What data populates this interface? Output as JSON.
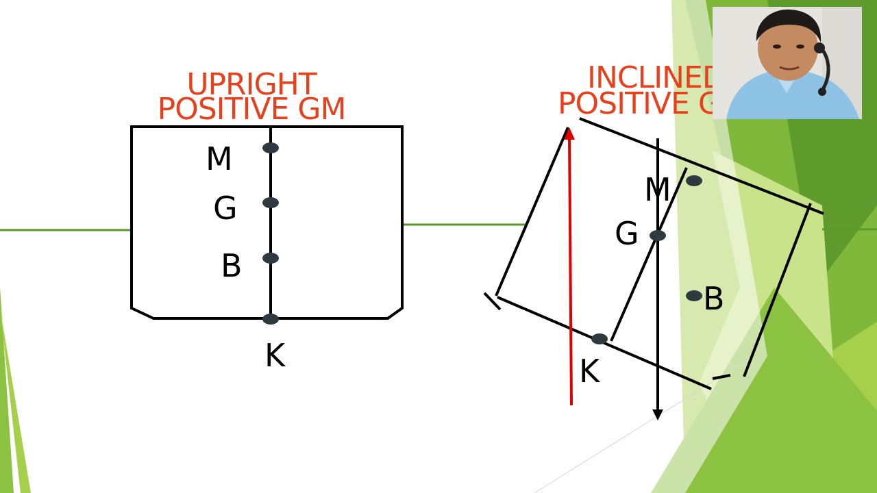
{
  "slide": {
    "left_title": {
      "line1": "UPRIGHT",
      "line2": "POSITIVE GM"
    },
    "right_title": {
      "line1": "INCLINED",
      "line2": "POSITIVE GM"
    },
    "left_labels": {
      "m": "M",
      "g": "G",
      "b": "B",
      "k": "K"
    },
    "right_labels": {
      "m": "M",
      "g": "G",
      "b": "B",
      "k": "K"
    }
  },
  "colors": {
    "title": "#e8401c",
    "ink": "#000000",
    "point": "#2f3a40",
    "waterline": "#5a9a2a",
    "buoyancy_arrow": "#e00000",
    "green_light": "#a6cf4c",
    "green_mid": "#7fb83a",
    "green_dark": "#5f9a2c"
  },
  "webcam": {
    "icon": "presenter-webcam-icon"
  }
}
